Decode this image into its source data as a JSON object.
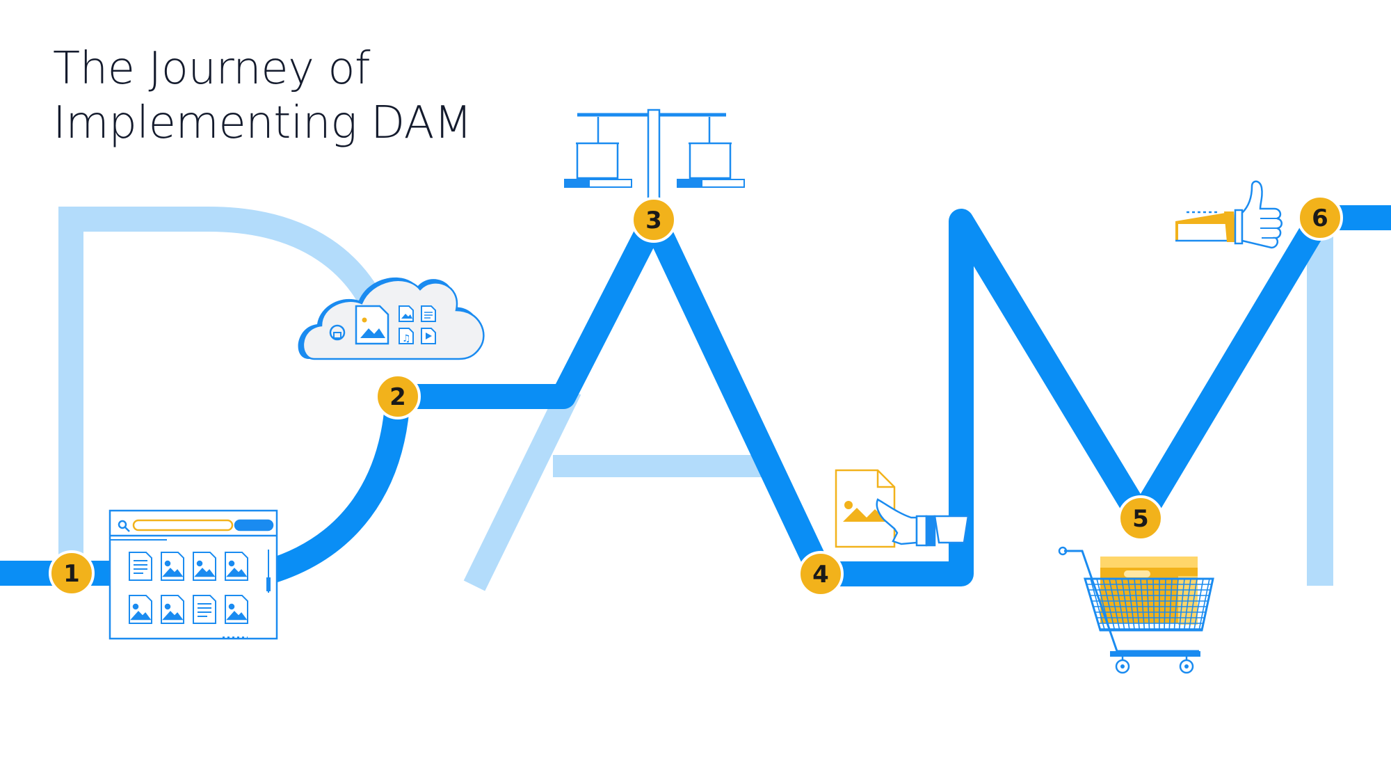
{
  "title": {
    "line1": "The Journey of",
    "line2": "Implementing DAM"
  },
  "colors": {
    "path_dark": "#0a8ef5",
    "path_light": "#b3dcfb",
    "marker_fill": "#f2b21b",
    "marker_text": "#1a1a1a",
    "icon_blue": "#1a8bf0",
    "icon_yellow": "#f2b21b",
    "title_text": "#141b2d"
  },
  "steps": [
    {
      "number": "1",
      "icon": "asset-library-browser-icon"
    },
    {
      "number": "2",
      "icon": "cloud-storage-icon"
    },
    {
      "number": "3",
      "icon": "balance-scale-icon"
    },
    {
      "number": "4",
      "icon": "hand-holding-image-icon"
    },
    {
      "number": "5",
      "icon": "shopping-cart-icon"
    },
    {
      "number": "6",
      "icon": "thumbs-up-icon"
    }
  ]
}
